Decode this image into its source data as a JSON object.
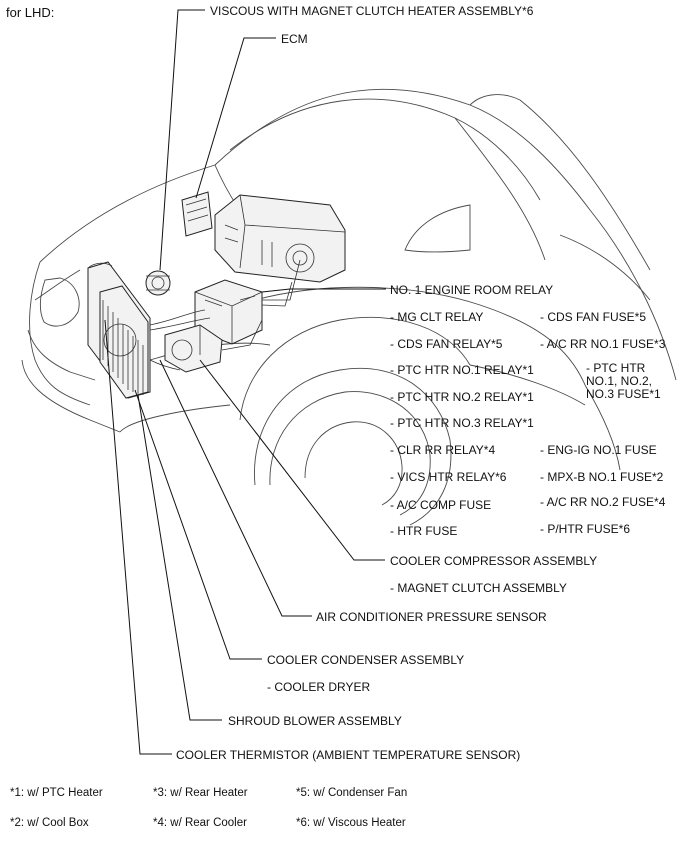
{
  "heading": "for LHD:",
  "callouts": {
    "viscous": "VISCOUS WITH MAGNET CLUTCH HEATER ASSEMBLY*6",
    "ecm": "ECM",
    "engine_room_relay": "NO. 1 ENGINE ROOM RELAY",
    "cooler_compressor": "COOLER COMPRESSOR ASSEMBLY",
    "magnet_clutch": "- MAGNET CLUTCH ASSEMBLY",
    "pressure_sensor": "AIR CONDITIONER PRESSURE SENSOR",
    "condenser": "COOLER CONDENSER ASSEMBLY",
    "cooler_dryer": "- COOLER DRYER",
    "shroud_blower": "SHROUD BLOWER ASSEMBLY",
    "thermistor": "COOLER THERMISTOR (AMBIENT TEMPERATURE SENSOR)"
  },
  "relay_list_left": [
    "- MG CLT RELAY",
    "- CDS FAN RELAY*5",
    "- PTC HTR NO.1 RELAY*1",
    "- PTC HTR NO.2 RELAY*1",
    "- PTC HTR NO.3 RELAY*1",
    "- CLR RR RELAY*4",
    "- VICS HTR RELAY*6",
    "- A/C COMP FUSE",
    "- HTR FUSE"
  ],
  "relay_list_right": [
    "- CDS FAN FUSE*5",
    "- A/C RR NO.1 FUSE*3",
    "- PTC HTR NO.1, NO.2, NO.3 FUSE*1",
    "- ENG-IG NO.1 FUSE",
    "- MPX-B NO.1 FUSE*2",
    "- A/C RR NO.2 FUSE*4",
    "- P/HTR FUSE*6"
  ],
  "footnotes": [
    "*1: w/ PTC Heater",
    "*3: w/ Rear Heater",
    "*5: w/ Condenser Fan",
    "*2: w/ Cool Box",
    "*4: w/ Rear Cooler",
    "*6: w/ Viscous Heater"
  ]
}
